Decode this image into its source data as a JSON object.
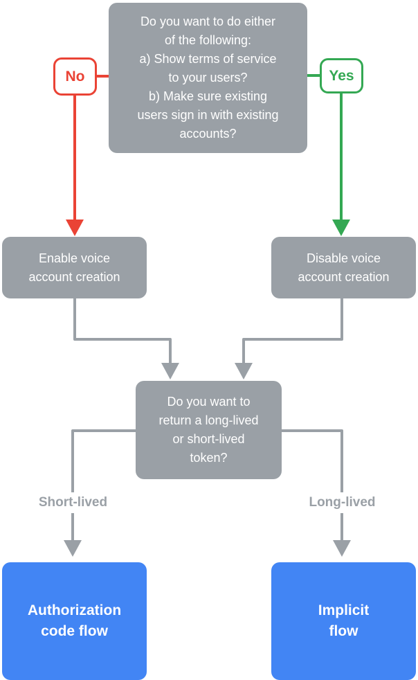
{
  "colors": {
    "node_gray": "#9AA0A6",
    "branch_red": "#EA4335",
    "branch_green": "#34A853",
    "result_blue": "#4285F4",
    "background": "#FFFFFF"
  },
  "nodes": {
    "question_top": "Do you want to do either\nof the following:\na) Show terms of service\nto your users?\nb) Make sure existing\nusers sign in with existing\naccounts?",
    "no_label": "No",
    "yes_label": "Yes",
    "enable_voice": "Enable voice\naccount creation",
    "disable_voice": "Disable voice\naccount creation",
    "question_token": "Do you want to\nreturn a long-lived\nor short-lived\ntoken?",
    "short_lived_label": "Short-lived",
    "long_lived_label": "Long-lived",
    "authorization_flow": "Authorization\ncode flow",
    "implicit_flow": "Implicit\nflow"
  }
}
